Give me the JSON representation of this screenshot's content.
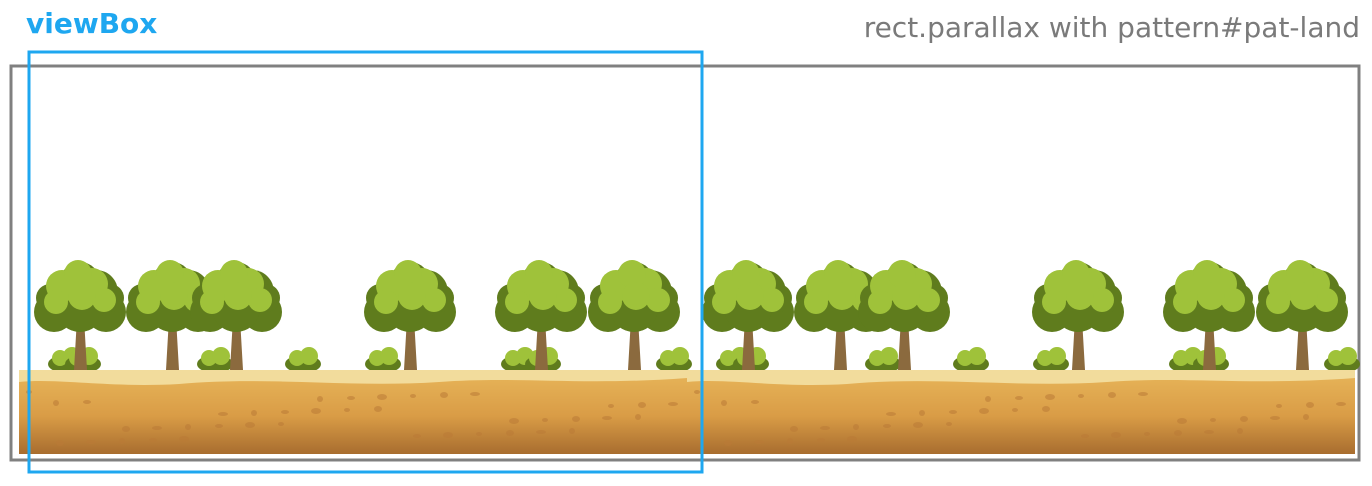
{
  "labels": {
    "viewbox": "viewBox",
    "parallax": "rect.parallax with pattern#pat-land"
  },
  "colors": {
    "viewbox_accent": "#1ea7f0",
    "rect_outline": "#808080",
    "label_gray": "#7a7a7a",
    "ground_top": "#e8b65a",
    "ground_bottom": "#a86d2f",
    "sand_strip": "#f2dc9c",
    "foliage_light": "#9fc23a",
    "foliage_dark": "#5f7c1d",
    "trunk": "#8b6a3e"
  },
  "scene": {
    "tile_count": 2,
    "tree_count_per_tile": 6,
    "bush_count_per_tile": 6
  }
}
